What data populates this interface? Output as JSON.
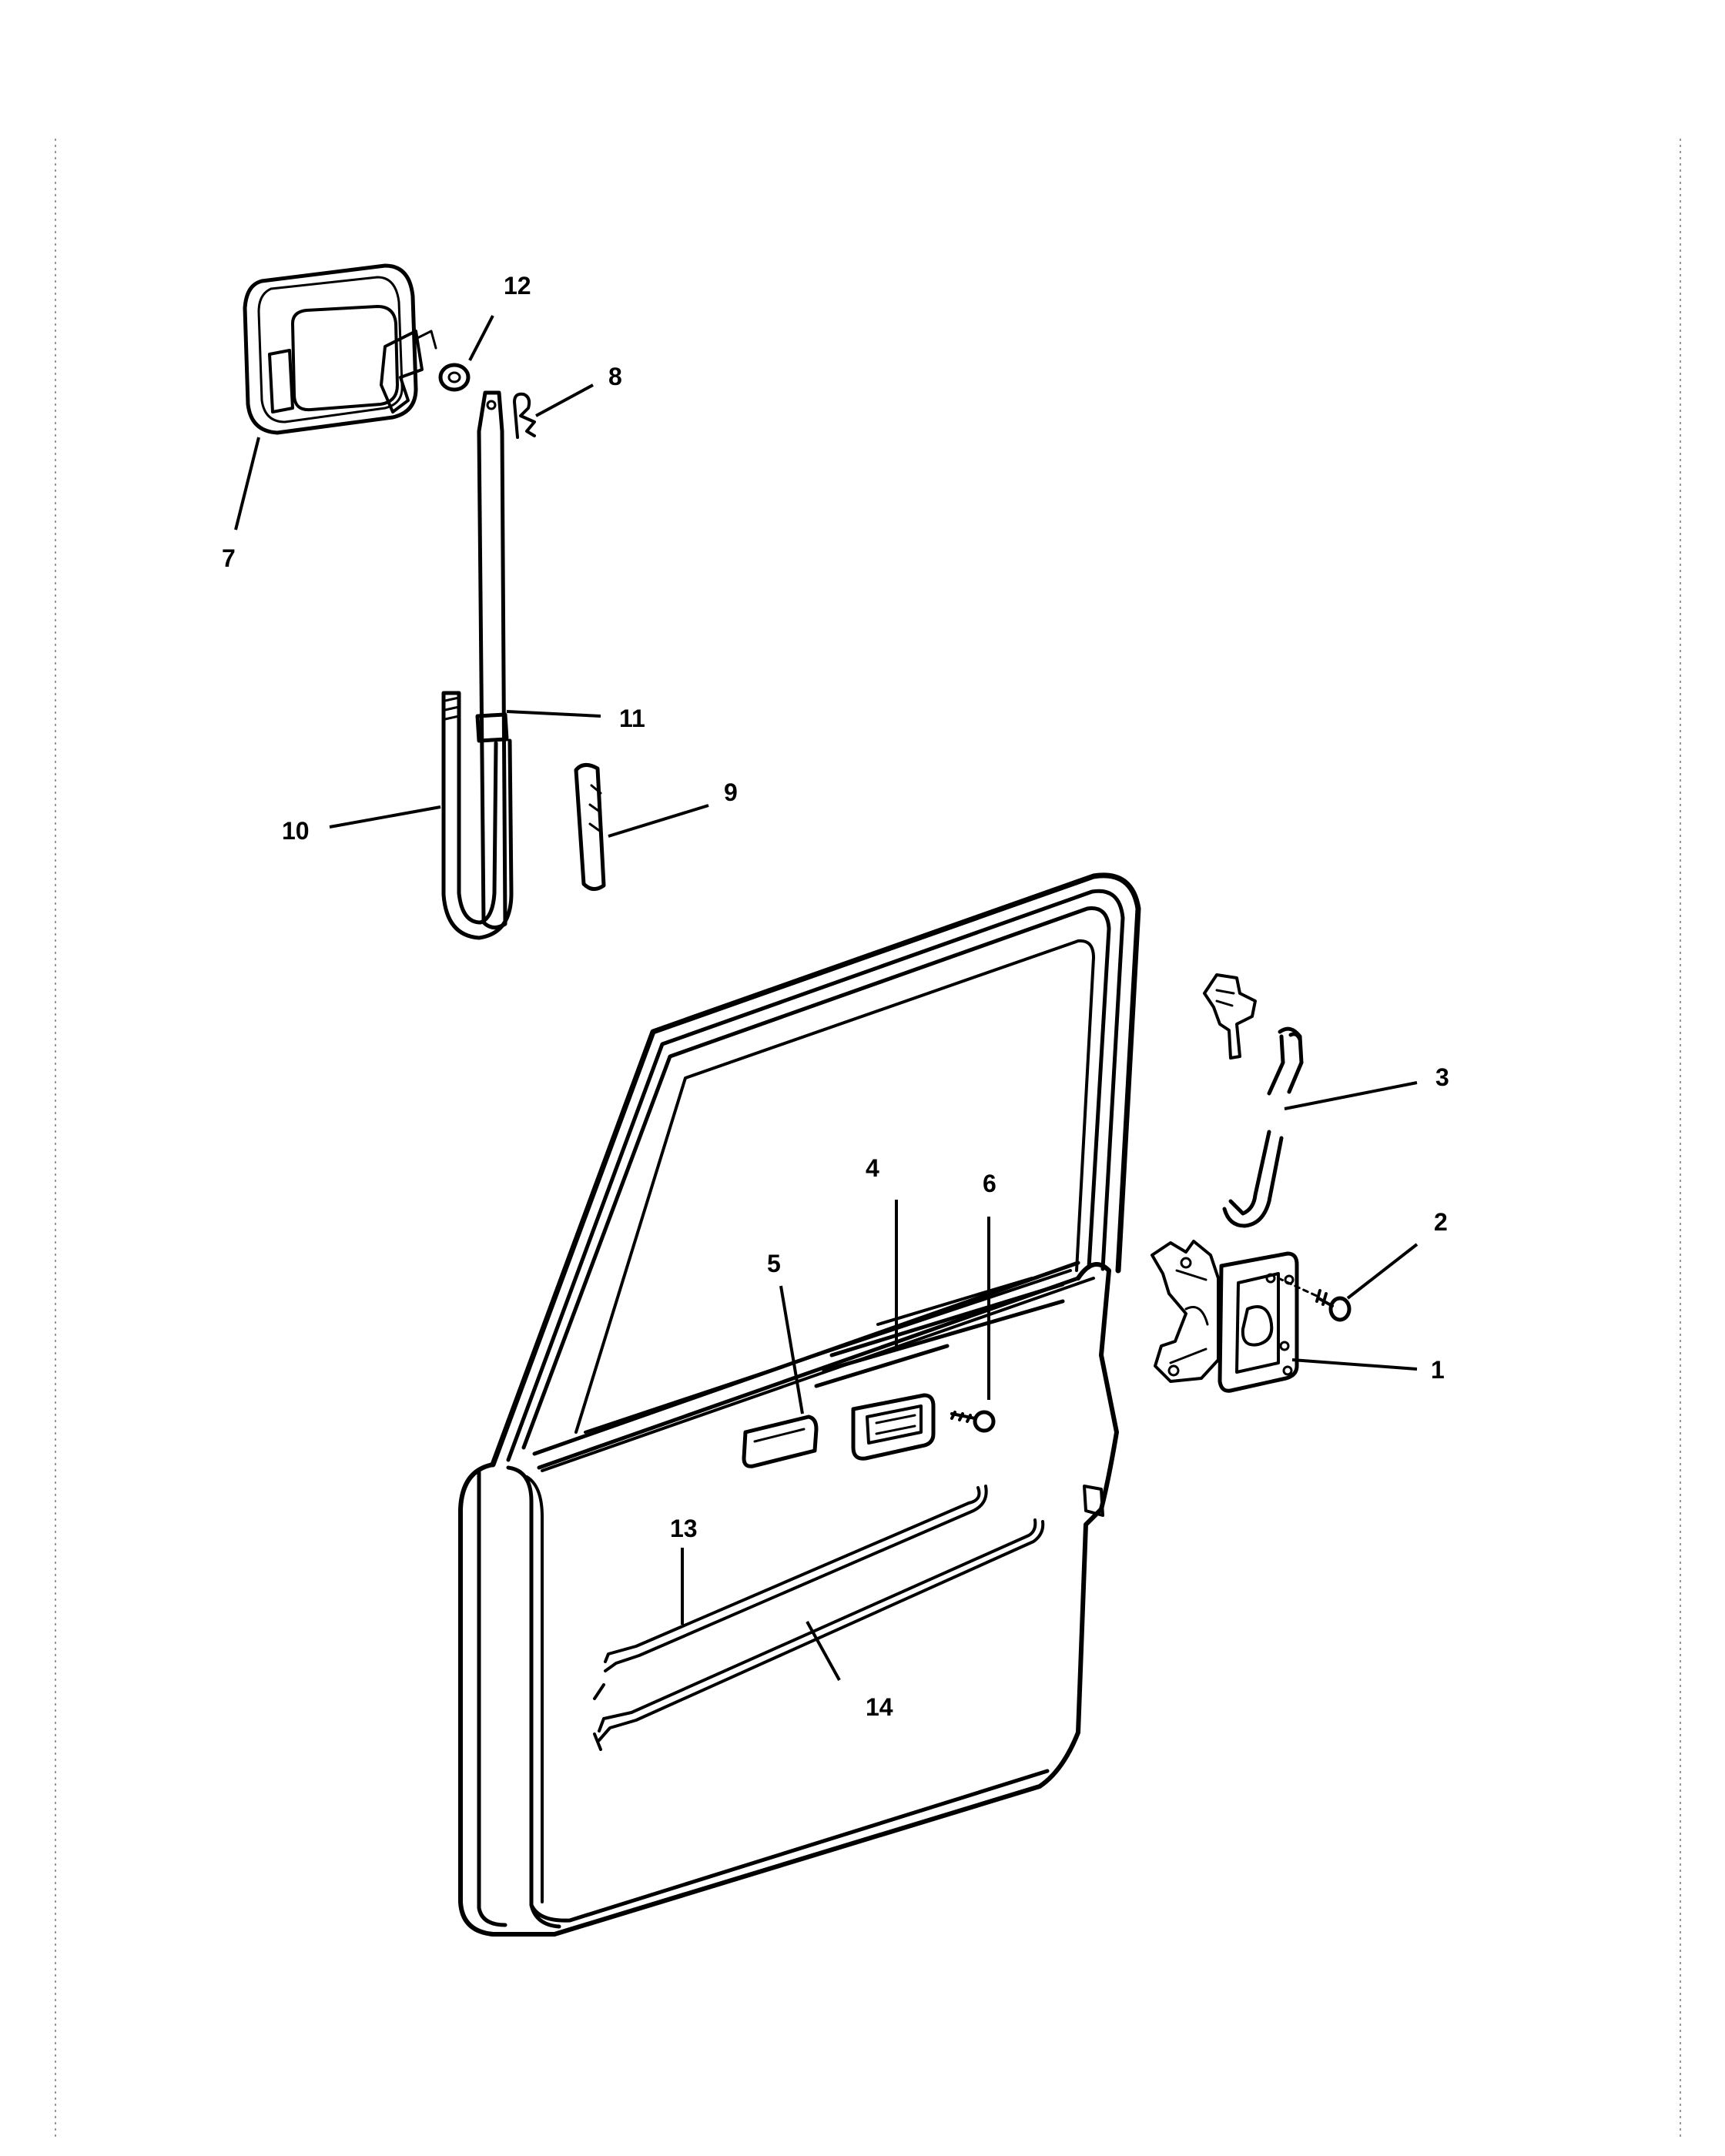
{
  "callouts": {
    "c1": "1",
    "c2": "2",
    "c3": "3",
    "c4": "4",
    "c5": "5",
    "c6": "6",
    "c7": "7",
    "c8": "8",
    "c9": "9",
    "c10": "10",
    "c11": "11",
    "c12": "12",
    "c13": "13",
    "c14": "14"
  },
  "footer": {
    "text": ""
  }
}
